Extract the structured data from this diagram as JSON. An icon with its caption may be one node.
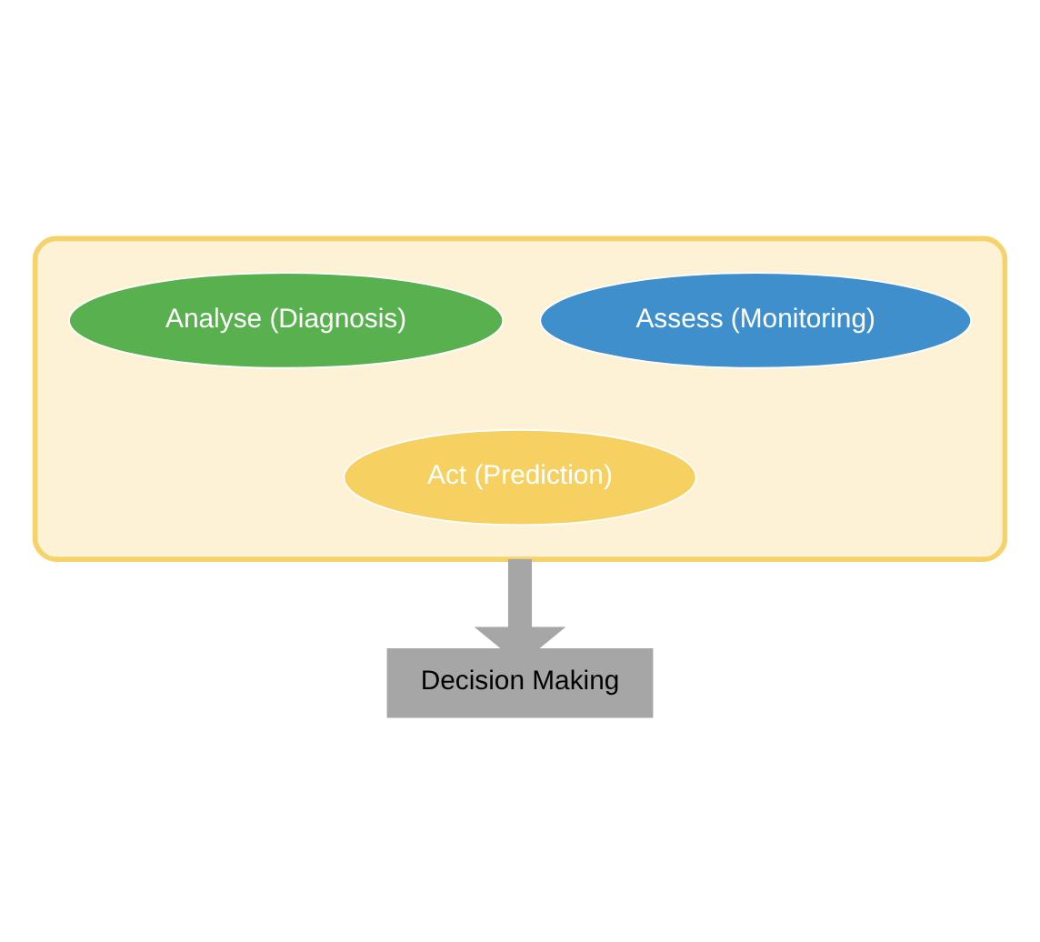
{
  "diagram": {
    "nodes": [
      {
        "text": [],
        "shape": "funnel"
      },
      {
        "text": [
          "Analyse (Diagnosis)"
        ],
        "in": 0
      },
      {
        "text": [
          "Assess (Monitoring)"
        ],
        "in": 0
      },
      {
        "text": [
          "Act (Prediction)"
        ],
        "in": 0
      },
      {
        "text": [
          "Decision Making"
        ]
      }
    ],
    "edges": [
      {
        "from": 0,
        "to": 4,
        "arrow": "to",
        "color": "#a6a6a6"
      }
    ]
  }
}
